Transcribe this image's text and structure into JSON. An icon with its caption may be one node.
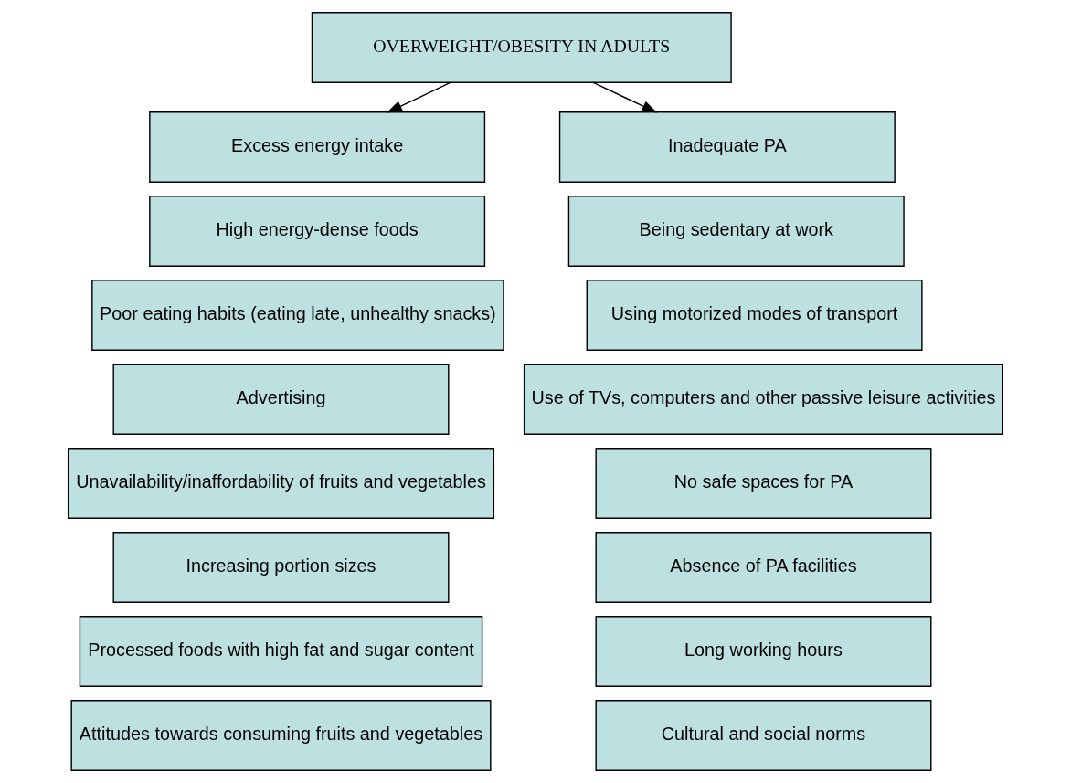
{
  "diagram": {
    "nodes": [
      {
        "text": [
          "OVERWEIGHT/OBESITY IN ADULTS"
        ]
      },
      {
        "text": [
          "Excess energy intake"
        ]
      },
      {
        "text": [
          "Inadequate PA"
        ]
      },
      {
        "text": [
          "High energy-dense foods"
        ]
      },
      {
        "text": [
          "Poor eating habits (eating late, unhealthy snacks)"
        ]
      },
      {
        "text": [
          "Advertising"
        ]
      },
      {
        "text": [
          "Unavailability/inaffordability of fruits and vegetables"
        ]
      },
      {
        "text": [
          "Increasing portion sizes"
        ]
      },
      {
        "text": [
          "Processed foods with high fat and sugar content"
        ]
      },
      {
        "text": [
          "Attitudes towards consuming fruits and vegetables"
        ]
      },
      {
        "text": [
          "Being sedentary at work"
        ]
      },
      {
        "text": [
          "Using motorized modes of transport"
        ]
      },
      {
        "text": [
          "Use of TVs, computers and other passive leisure activities"
        ]
      },
      {
        "text": [
          "No safe spaces for PA"
        ]
      },
      {
        "text": [
          "Absence of PA facilities"
        ]
      },
      {
        "text": [
          "Long working hours"
        ]
      },
      {
        "text": [
          "Cultural and social norms"
        ]
      }
    ],
    "edges": [
      {
        "from": 0,
        "to": 1,
        "arrow": "to"
      },
      {
        "from": 0,
        "to": 2,
        "arrow": "to"
      }
    ]
  }
}
